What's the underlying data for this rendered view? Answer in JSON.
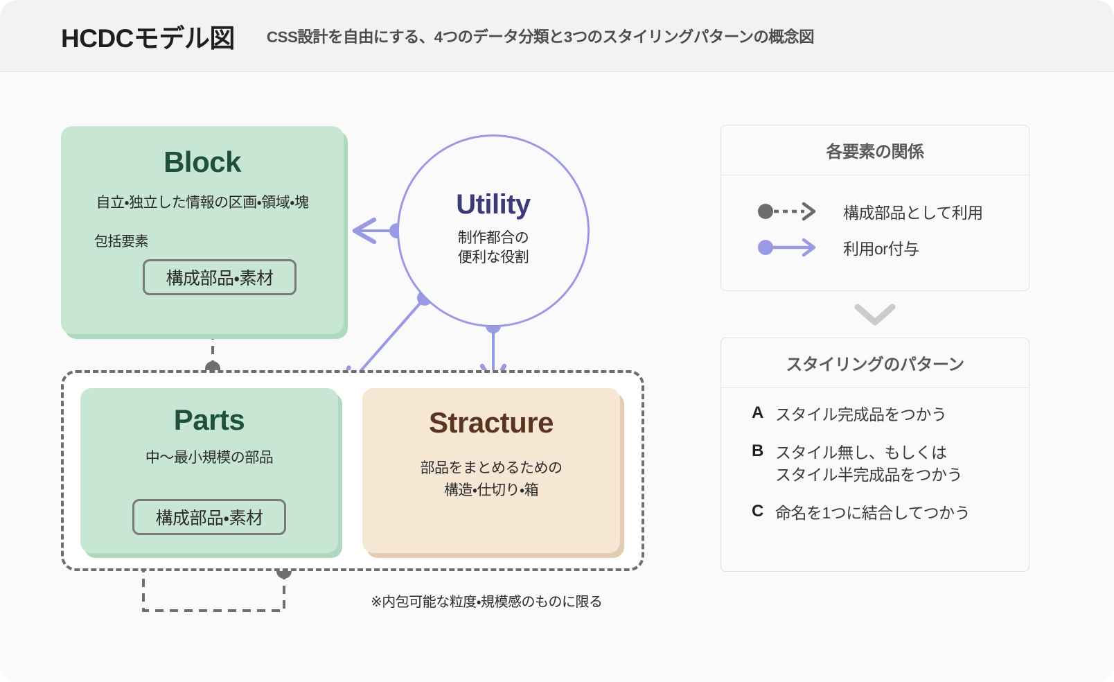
{
  "header": {
    "title": "HCDCモデル図",
    "subtitle": "CSS設計を自由にする、4つのデータ分類と3つのスタイリングパターンの概念図"
  },
  "diagram": {
    "block": {
      "title": "Block",
      "desc": "自立・独立した情報の区画・領域・塊",
      "sub_label": "包括要素",
      "chip": "構成部品・素材"
    },
    "utility": {
      "title": "Utility",
      "desc_line1": "制作都合の",
      "desc_line2": "便利な役割"
    },
    "parts": {
      "title": "Parts",
      "desc": "中〜最小規模の部品",
      "chip": "構成部品・素材"
    },
    "stracture": {
      "title": "Stracture",
      "desc_line1": "部品をまとめるための",
      "desc_line2": "構造・仕切り・箱"
    },
    "footnote": "※内包可能な粒度・規模感のものに限る"
  },
  "relations_panel": {
    "title": "各要素の関係",
    "items": [
      {
        "icon": "dashed-arrow-icon",
        "label": "構成部品として利用",
        "color": "#6b6b6b"
      },
      {
        "icon": "solid-arrow-icon",
        "label": "利用or付与",
        "color": "#9a9ae4"
      }
    ]
  },
  "patterns_panel": {
    "title": "スタイリングのパターン",
    "items": [
      {
        "key": "A",
        "label": "スタイル完成品をつかう"
      },
      {
        "key": "B",
        "label": "スタイル無し、もしくは\nスタイル半完成品をつかう"
      },
      {
        "key": "C",
        "label": "命名を1つに結合してつかう"
      }
    ]
  },
  "colors": {
    "green_card": "#c8e6d4",
    "green_shadow": "#aed8c0",
    "beige_card": "#f5e7d3",
    "beige_shadow": "#e3cdb2",
    "purple": "#9a9ae4",
    "gray_connector": "#6e6e6e",
    "block_title": "#1f4f3f",
    "stracture_title": "#5a3420",
    "utility_title": "#3b3b77"
  }
}
